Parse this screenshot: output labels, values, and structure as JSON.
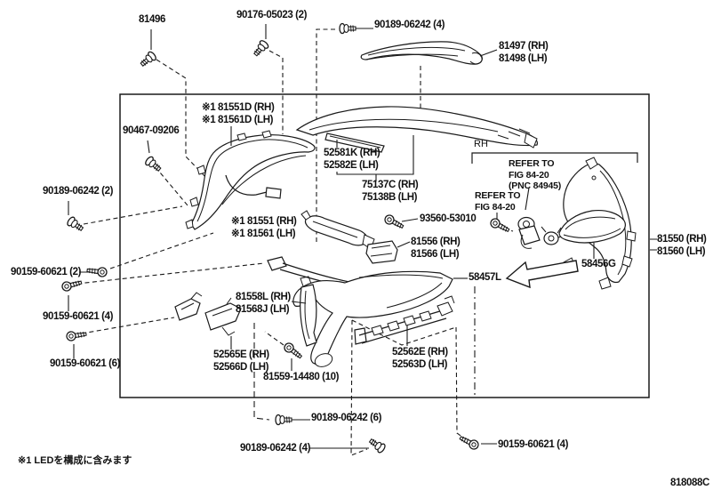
{
  "line_color": "#1a1a1a",
  "rh_marker": "RH",
  "footnote": "※1 LEDを構成に含みます",
  "doc_code": "818088C",
  "callouts": {
    "b81496": [
      "81496"
    ],
    "b90176": [
      "90176-05023 (2)"
    ],
    "b90189t": [
      "90189-06242 (4)"
    ],
    "b81497": [
      "81497 (RH)",
      "81498 (LH)"
    ],
    "b81551d": [
      "※1 81551D (RH)",
      "※1 81561D (LH)"
    ],
    "b90467": [
      "90467-09206"
    ],
    "b52581k": [
      "52581K (RH)",
      "52582E (LH)"
    ],
    "b75137c": [
      "75137C (RH)",
      "75138B (LH)"
    ],
    "refer1": [
      "REFER TO",
      "FIG 84-20",
      "(PNC 84945)"
    ],
    "refer2": [
      "REFER TO",
      "FIG 84-20"
    ],
    "b93560": [
      "93560-53010"
    ],
    "b81551": [
      "※1 81551 (RH)",
      "※1 81561 (LH)"
    ],
    "b81556": [
      "81556 (RH)",
      "81566 (LH)"
    ],
    "b81550": [
      "81550 (RH)",
      "81560 (LH)"
    ],
    "b58456g": [
      "58456G"
    ],
    "b58457l": [
      "58457L"
    ],
    "b90189_2": [
      "90189-06242 (2)"
    ],
    "b90159_2": [
      "90159-60621 (2)"
    ],
    "b90159_4a": [
      "90159-60621 (4)"
    ],
    "b81558l": [
      "81558L (RH)",
      "81568J (LH)"
    ],
    "b52565e": [
      "52565E (RH)",
      "52566D (LH)"
    ],
    "b81559": [
      "81559-14480 (10)"
    ],
    "b52562e": [
      "52562E (RH)",
      "52563D (LH)"
    ],
    "b90189_6": [
      "90189-06242 (6)"
    ],
    "b90189_4b": [
      "90189-06242 (4)"
    ],
    "b90159_4b": [
      "90159-60621 (4)"
    ]
  }
}
